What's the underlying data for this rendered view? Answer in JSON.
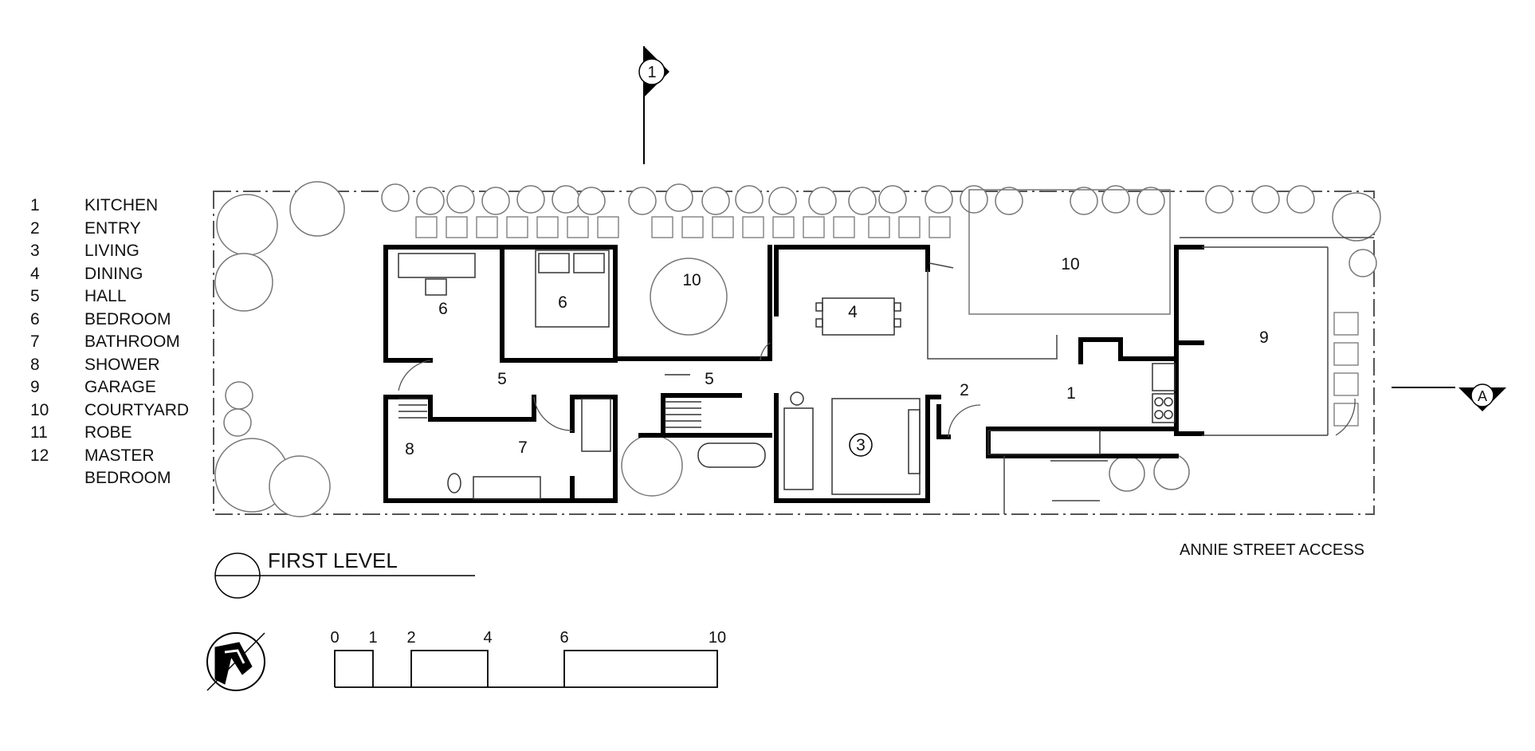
{
  "legend": [
    {
      "num": "1",
      "label": "KITCHEN"
    },
    {
      "num": "2",
      "label": "ENTRY"
    },
    {
      "num": "3",
      "label": "LIVING"
    },
    {
      "num": "4",
      "label": "DINING"
    },
    {
      "num": "5",
      "label": "HALL"
    },
    {
      "num": "6",
      "label": "BEDROOM"
    },
    {
      "num": "7",
      "label": "BATHROOM"
    },
    {
      "num": "8",
      "label": "SHOWER"
    },
    {
      "num": "9",
      "label": "GARAGE"
    },
    {
      "num": "10",
      "label": "COURTYARD"
    },
    {
      "num": "11",
      "label": "ROBE"
    },
    {
      "num": "12",
      "label": "MASTER\nBEDROOM"
    }
  ],
  "title": "FIRST LEVEL",
  "access_label": "ANNIE STREET ACCESS",
  "section_markers": {
    "top": "1",
    "right": "A"
  },
  "scale_bar": {
    "ticks": [
      "0",
      "1",
      "2",
      "4",
      "6",
      "10"
    ]
  },
  "room_labels": {
    "bedroom_left": "6",
    "bedroom_right": "6",
    "courtyard_small": "10",
    "dining": "4",
    "courtyard_large": "10",
    "garage": "9",
    "hall_left": "5",
    "hall_right": "5",
    "entry": "2",
    "kitchen": "1",
    "shower": "8",
    "bathroom": "7",
    "living": "3"
  }
}
